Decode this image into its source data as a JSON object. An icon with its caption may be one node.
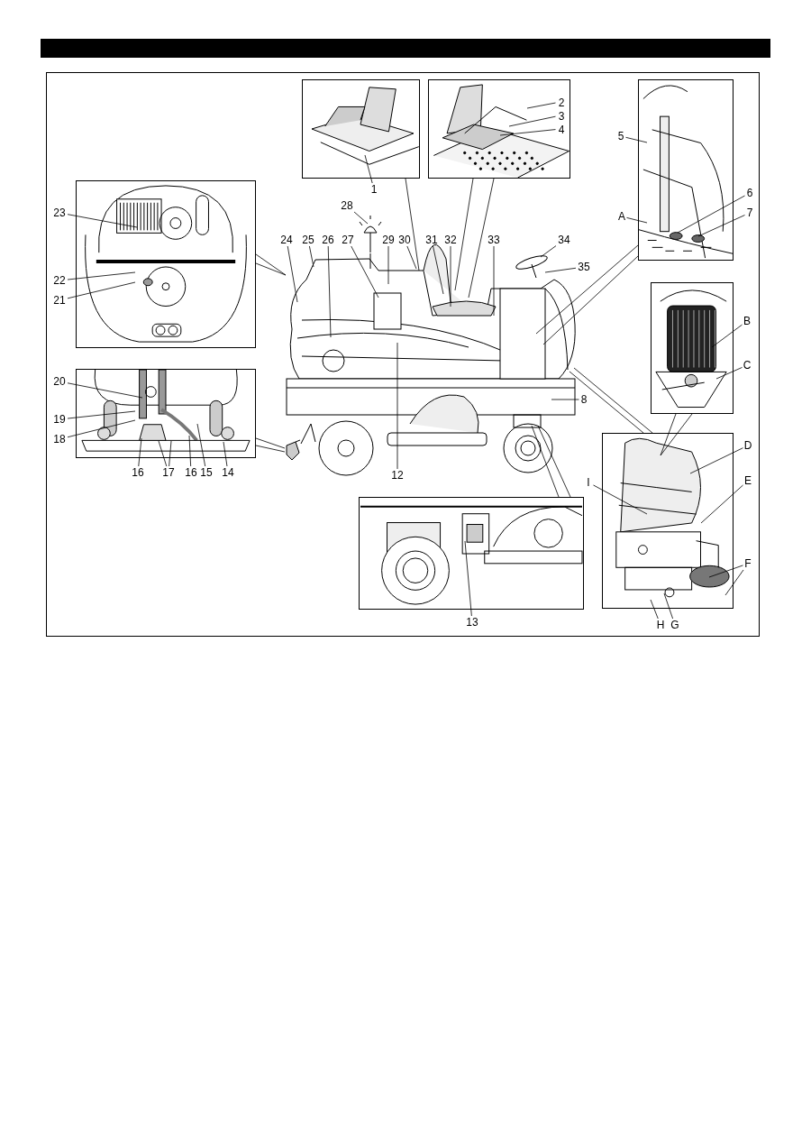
{
  "diagram": {
    "nodes": [
      {
        "text": [],
        "shape": "picture"
      },
      {
        "text": [],
        "shape": "picture"
      },
      {
        "text": [
          "2"
        ],
        "in": 1
      },
      {
        "text": [
          "3"
        ],
        "in": 1
      },
      {
        "text": [
          "4"
        ],
        "in": 1
      },
      {
        "text": [],
        "shape": "picture"
      },
      {
        "text": [
          "5"
        ]
      },
      {
        "text": [
          "6"
        ]
      },
      {
        "text": [
          "7"
        ]
      },
      {
        "text": [
          "A"
        ]
      },
      {
        "text": [
          "1"
        ]
      },
      {
        "text": [],
        "shape": "picture"
      },
      {
        "text": [
          "23"
        ]
      },
      {
        "text": [
          "22"
        ]
      },
      {
        "text": [
          "21"
        ]
      },
      {
        "text": [
          "28"
        ]
      },
      {
        "text": [
          "24"
        ]
      },
      {
        "text": [
          "25"
        ]
      },
      {
        "text": [
          "26"
        ]
      },
      {
        "text": [
          "27"
        ]
      },
      {
        "text": [
          "29"
        ]
      },
      {
        "text": [
          "30"
        ]
      },
      {
        "text": [
          "31"
        ]
      },
      {
        "text": [
          "32"
        ]
      },
      {
        "text": [
          "33"
        ]
      },
      {
        "text": [
          "34"
        ]
      },
      {
        "text": [
          "35"
        ]
      },
      {
        "text": [],
        "shape": "picture"
      },
      {
        "text": [
          "B"
        ]
      },
      {
        "text": [
          "C"
        ]
      },
      {
        "text": [],
        "shape": "picture"
      },
      {
        "text": [
          "20"
        ]
      },
      {
        "text": [
          "19"
        ]
      },
      {
        "text": [
          "18"
        ]
      },
      {
        "text": [
          "8"
        ]
      },
      {
        "text": [],
        "shape": "picture"
      },
      {
        "text": [
          "D"
        ]
      },
      {
        "text": [
          "I"
        ]
      },
      {
        "text": [
          "E"
        ]
      },
      {
        "text": [
          "16"
        ]
      },
      {
        "text": [
          "17"
        ]
      },
      {
        "text": [
          "16"
        ]
      },
      {
        "text": [
          "15"
        ]
      },
      {
        "text": [
          "14"
        ]
      },
      {
        "text": [
          "12"
        ]
      },
      {
        "text": [],
        "shape": "picture"
      },
      {
        "text": [
          "F"
        ]
      },
      {
        "text": [
          "13"
        ]
      },
      {
        "text": [
          "H"
        ]
      },
      {
        "text": [
          "G"
        ]
      },
      {
        "text": [],
        "shape": "picture"
      },
      {
        "text": [],
        "shape": "picture"
      },
      {
        "text": [],
        "shape": "picture"
      }
    ],
    "edges": [
      {
        "from": 10,
        "to": 0,
        "arrow": "none"
      },
      {
        "from": 2,
        "to": 1,
        "arrow": "none"
      },
      {
        "from": 3,
        "to": 1,
        "arrow": "none"
      },
      {
        "from": 4,
        "to": 1,
        "arrow": "none"
      },
      {
        "from": 6,
        "to": 5,
        "arrow": "none"
      },
      {
        "from": 7,
        "to": 5,
        "arrow": "none"
      },
      {
        "from": 8,
        "to": 5,
        "arrow": "none"
      },
      {
        "from": 9,
        "to": 5,
        "arrow": "none"
      },
      {
        "from": 34,
        "to": 51,
        "arrow": "none"
      },
      {
        "from": 28,
        "to": 27,
        "arrow": "none"
      },
      {
        "from": 29,
        "to": 27,
        "arrow": "none"
      },
      {
        "from": 36,
        "to": 35,
        "arrow": "none"
      },
      {
        "from": 38,
        "to": 35,
        "arrow": "none"
      },
      {
        "from": 46,
        "to": 35,
        "arrow": "none"
      },
      {
        "from": 46,
        "to": 35,
        "arrow": "none"
      },
      {
        "from": 48,
        "to": 35,
        "arrow": "none"
      },
      {
        "from": 49,
        "to": 35,
        "arrow": "none"
      },
      {
        "from": 37,
        "to": 35,
        "arrow": "none"
      },
      {
        "from": 44,
        "to": 51,
        "arrow": "none"
      },
      {
        "from": 47,
        "to": 45,
        "arrow": "none"
      },
      {
        "from": 43,
        "to": 30,
        "arrow": "none"
      },
      {
        "from": 42,
        "to": 30,
        "arrow": "none"
      },
      {
        "from": 39,
        "to": 30,
        "arrow": "none"
      },
      {
        "from": 40,
        "to": 30,
        "arrow": "none"
      },
      {
        "from": 40,
        "to": 30,
        "arrow": "none"
      },
      {
        "from": 41,
        "to": 30,
        "arrow": "none"
      },
      {
        "from": 33,
        "to": 30,
        "arrow": "none"
      },
      {
        "from": 32,
        "to": 30,
        "arrow": "none"
      },
      {
        "from": 31,
        "to": 30,
        "arrow": "none"
      },
      {
        "from": 14,
        "to": 11,
        "arrow": "none"
      },
      {
        "from": 13,
        "to": 11,
        "arrow": "none"
      },
      {
        "from": 12,
        "to": 11,
        "arrow": "none"
      },
      {
        "from": 16,
        "to": 51,
        "arrow": "none"
      },
      {
        "from": 17,
        "to": 51,
        "arrow": "none"
      },
      {
        "from": 18,
        "to": 51,
        "arrow": "none"
      },
      {
        "from": 19,
        "to": 51,
        "arrow": "none"
      },
      {
        "from": 20,
        "to": 51,
        "arrow": "none"
      },
      {
        "from": 21,
        "to": 51,
        "arrow": "none"
      },
      {
        "from": 22,
        "to": 51,
        "arrow": "none"
      },
      {
        "from": 23,
        "to": 51,
        "arrow": "none"
      },
      {
        "from": 24,
        "to": 51,
        "arrow": "none"
      },
      {
        "from": 25,
        "to": 51,
        "arrow": "none"
      },
      {
        "from": 26,
        "to": 51,
        "arrow": "none"
      },
      {
        "from": 15,
        "to": 52,
        "arrow": "none"
      },
      {
        "from": 0,
        "to": 51,
        "arrow": "none"
      },
      {
        "from": 1,
        "to": 51,
        "arrow": "none"
      },
      {
        "from": 1,
        "to": 51,
        "arrow": "none"
      },
      {
        "from": 5,
        "to": 51,
        "arrow": "none"
      },
      {
        "from": 5,
        "to": 51,
        "arrow": "none"
      },
      {
        "from": 11,
        "to": 51,
        "arrow": "none"
      },
      {
        "from": 11,
        "to": 51,
        "arrow": "none"
      },
      {
        "from": 30,
        "to": 50,
        "arrow": "none"
      },
      {
        "from": 30,
        "to": 50,
        "arrow": "none"
      },
      {
        "from": 45,
        "to": 51,
        "arrow": "none"
      },
      {
        "from": 45,
        "to": 51,
        "arrow": "none"
      },
      {
        "from": 35,
        "to": 51,
        "arrow": "none"
      },
      {
        "from": 35,
        "to": 51,
        "arrow": "none"
      },
      {
        "from": 27,
        "to": 35,
        "arrow": "none"
      },
      {
        "from": 27,
        "to": 35,
        "arrow": "none"
      }
    ]
  }
}
